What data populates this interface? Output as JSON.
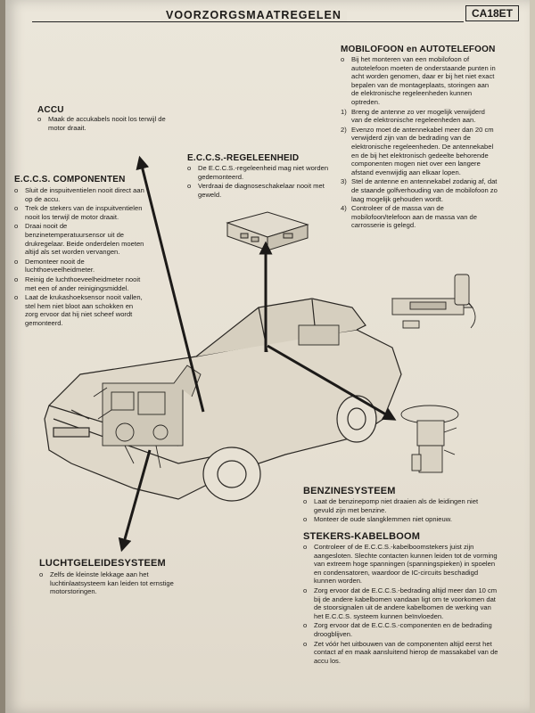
{
  "header": {
    "title": "VOORZORGSMAATREGELEN",
    "code": "CA18ET"
  },
  "accu": {
    "title": "ACCU",
    "items": [
      {
        "marker": "o",
        "text": "Maak de accukabels nooit los terwijl de motor draait."
      }
    ]
  },
  "eccs_componenten": {
    "title": "E.C.C.S. COMPONENTEN",
    "items": [
      {
        "marker": "o",
        "text": "Sluit de inspuitventielen nooit direct aan op de accu."
      },
      {
        "marker": "o",
        "text": "Trek de stekers van de inspuitventielen nooit los terwijl de motor draait."
      },
      {
        "marker": "o",
        "text": "Draai nooit de benzinetemperatuursensor uit de drukregelaar. Beide onderdelen moeten altijd als set worden vervangen."
      },
      {
        "marker": "o",
        "text": "Demonteer nooit de luchthoeveelheidmeter."
      },
      {
        "marker": "o",
        "text": "Reinig de luchthoeveelheidmeter nooit met een of ander reinigingsmiddel."
      },
      {
        "marker": "o",
        "text": "Laat de krukashoeksensor nooit vallen, stel hem niet bloot aan schokken en zorg ervoor dat hij niet scheef wordt gemonteerd."
      }
    ]
  },
  "eccs_regeleenheid": {
    "title": "E.C.C.S.-REGELEENHEID",
    "items": [
      {
        "marker": "o",
        "text": "De E.C.C.S.-regeleenheid mag niet worden gedemonteerd."
      },
      {
        "marker": "o",
        "text": "Verdraai de diagnoseschakelaar nooit met geweld."
      }
    ]
  },
  "mobilofoon": {
    "title": "MOBILOFOON en AUTOTELEFOON",
    "items": [
      {
        "marker": "o",
        "text": "Bij het monteren van een mobilofoon of autotelefoon moeten de onderstaande punten in acht worden genomen, daar er bij het niet exact bepalen van de montageplaats, storingen aan de elektronische regeleenheden kunnen optreden."
      },
      {
        "marker": "1)",
        "text": "Breng de antenne zo ver mogelijk verwijderd van de elektronische regeleenheden aan."
      },
      {
        "marker": "2)",
        "text": "Evenzo moet de antennekabel meer dan 20 cm verwijderd zijn van de bedrading van de elektronische regeleenheden. De antennekabel en de bij het elektronisch gedeelte behorende componenten mogen niet over een langere afstand evenwijdig aan elkaar lopen."
      },
      {
        "marker": "3)",
        "text": "Stel de antenne en antennekabel zodanig af, dat de staande golfverhouding van de mobilofoon zo laag mogelijk gehouden wordt."
      },
      {
        "marker": "4)",
        "text": "Controleer of de massa van de mobilofoon/telefoon aan de massa van de carrosserie is gelegd."
      }
    ]
  },
  "benzinesysteem": {
    "title": "BENZINESYSTEEM",
    "items": [
      {
        "marker": "o",
        "text": "Laat de benzinepomp niet draaien als de leidingen niet gevuld zijn met benzine."
      },
      {
        "marker": "o",
        "text": "Monteer de oude slangklemmen niet opnieuw."
      }
    ]
  },
  "stekers": {
    "title": "STEKERS-KABELBOOM",
    "items": [
      {
        "marker": "o",
        "text": "Controleer of de E.C.C.S.-kabelboomstekers juist zijn aangesloten. Slechte contacten kunnen leiden tot de vorming van extreem hoge spanningen (spanningspieken) in spoelen en condensatoren, waardoor de IC-circuits beschadigd kunnen worden."
      },
      {
        "marker": "o",
        "text": "Zorg ervoor dat de E.C.C.S.-bedrading altijd meer dan 10 cm bij de andere kabelbomen vandaan ligt om te voorkomen dat de stoorsignalen uit de andere kabelbomen de werking van het E.C.C.S. systeem kunnen beïnvloeden."
      },
      {
        "marker": "o",
        "text": "Zorg ervoor dat de E.C.C.S.-componenten en de bedrading droogblijven."
      },
      {
        "marker": "o",
        "text": "Zet vóór het uitbouwen van de componenten altijd eerst het contact af en maak aansluitend hierop de massakabel van de accu los."
      }
    ]
  },
  "luchtgeleidesysteem": {
    "title": "LUCHTGELEIDESYSTEEM",
    "items": [
      {
        "marker": "o",
        "text": "Zelfs de kleinste lekkage aan het luchtinlaatsysteem kan leiden tot ernstige motorstoringen."
      }
    ]
  },
  "icons": {
    "car": "car-illustration-icon",
    "control_unit": "control-unit-icon",
    "radio": "mobile-radio-icon",
    "fuel_pump": "fuel-pump-icon"
  }
}
